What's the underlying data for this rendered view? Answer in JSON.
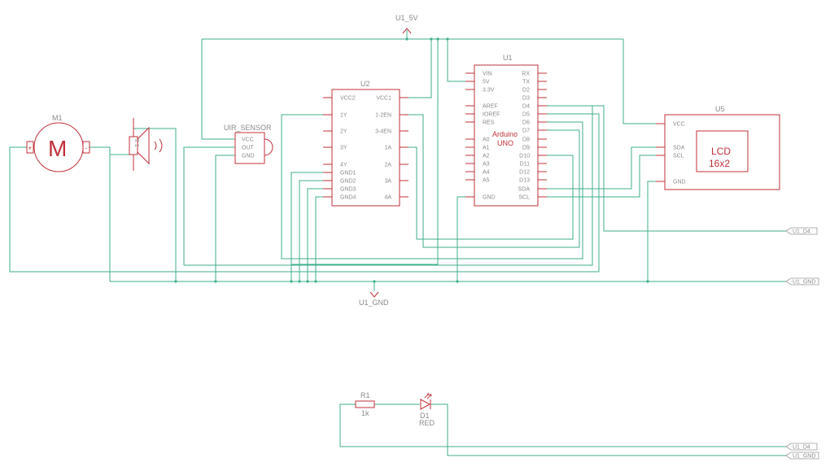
{
  "power": {
    "vcc_label": "U1_5V",
    "gnd_label": "U1_GND"
  },
  "ports": {
    "d4_label": "U1_D4",
    "gnd_label": "U1_GND"
  },
  "motor": {
    "ref": "M1",
    "symbol": "M",
    "plus": "+",
    "minus": "-"
  },
  "buzzer": {
    "pin_labels": "2 1"
  },
  "ir_sensor": {
    "ref": "UIR_SENSOR",
    "pins": [
      "VCC",
      "OUT",
      "GND"
    ]
  },
  "driver": {
    "ref": "U2",
    "left_pins": [
      "VCC2",
      "1Y",
      "2Y",
      "3Y",
      "4Y",
      "GND1",
      "GND2",
      "GND3",
      "GND4"
    ],
    "right_pins": [
      "VCC1",
      "1-2EN",
      "3-4EN",
      "1A",
      "2A",
      "3A",
      "4A"
    ]
  },
  "arduino": {
    "ref": "U1",
    "name_line1": "Arduino",
    "name_line2": "UNO",
    "left_pins": [
      "VIN",
      "5V",
      "3.3V",
      "AREF",
      "IOREF",
      "RES",
      "A0",
      "A1",
      "A2",
      "A3",
      "A4",
      "A5",
      "GND"
    ],
    "right_pins": [
      "RX",
      "TX",
      "D2",
      "D3",
      "D4",
      "D5",
      "D6",
      "D7",
      "D8",
      "D9",
      "D10",
      "D11",
      "D12",
      "D13",
      "SDA",
      "SCL"
    ]
  },
  "lcd": {
    "ref": "U5",
    "line1": "LCD",
    "line2": "16x2",
    "pins": [
      "VCC",
      "SDA",
      "SCL",
      "GND"
    ]
  },
  "resistor": {
    "ref": "R1",
    "value": "1k"
  },
  "led": {
    "ref": "D1",
    "value": "RED"
  }
}
